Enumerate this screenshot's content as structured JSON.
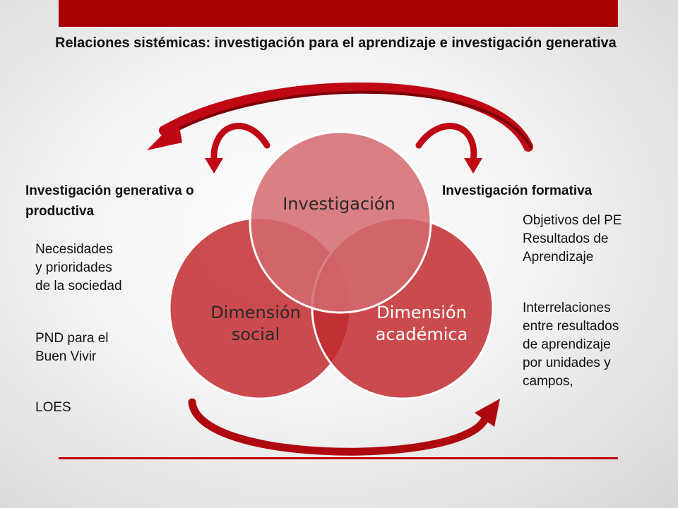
{
  "slide": {
    "title": "Relaciones sistémicas:  investigación para el aprendizaje e investigación generativa",
    "colors": {
      "accent": "#a80000",
      "circle_fill": "#c0282d",
      "top_circle": "#d97b7e"
    }
  },
  "diagram": {
    "type": "venn",
    "circles": [
      {
        "label": "Investigación"
      },
      {
        "label_line1": "Dimensión",
        "label_line2": "social"
      },
      {
        "label_line1": "Dimensión",
        "label_line2": "académica"
      }
    ],
    "arrows": [
      "curved-arrow-icon-left",
      "curved-arrow-icon-right",
      "curved-arrow-icon-top",
      "curved-arrow-icon-bottom"
    ]
  },
  "left_panel": {
    "heading": "Investigación generativa o productiva",
    "item1": "Necesidades\ny prioridades\nde la sociedad",
    "item2": "PND para el\nBuen Vivir",
    "item3": "LOES"
  },
  "right_panel": {
    "heading": "Investigación formativa",
    "item1": "Objetivos del PE\nResultados de\nAprendizaje",
    "item2": "Interrelaciones\nentre resultados\nde aprendizaje\npor unidades y\ncampos,"
  }
}
